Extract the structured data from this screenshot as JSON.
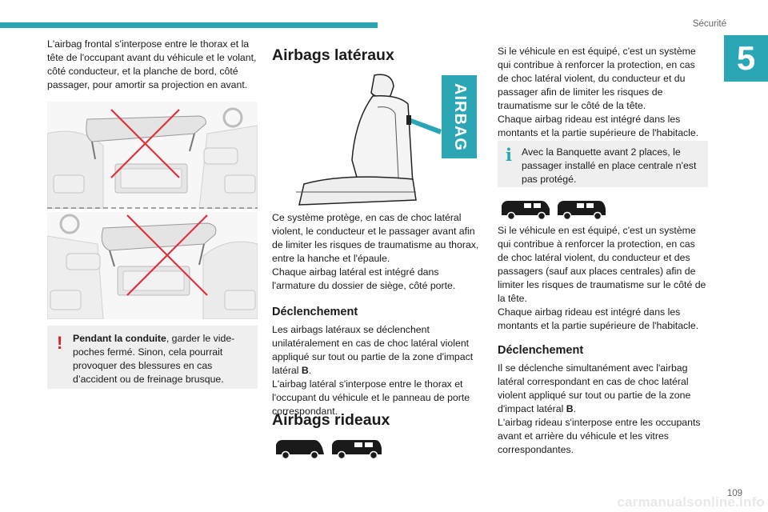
{
  "header": {
    "section": "Sécurité",
    "chapter": "5",
    "page": "109"
  },
  "watermark": "carmanualsonline.info",
  "col1": {
    "intro": "L'airbag frontal s'interpose entre le thorax et la tête de l'occupant avant du véhicule et le volant, côté conducteur, et la planche de bord, côté passager, pour amortir sa projection en avant.",
    "warning_bold": "Pendant la conduite",
    "warning_rest": ", garder le vide-poches fermé. Sinon, cela pourrait provoquer des blessures en cas d’accident ou de freinage brusque."
  },
  "col2": {
    "title_side": "Airbags latéraux",
    "airbag_label": "AIRBAG",
    "side_desc": "Ce système protège, en cas de choc latéral violent, le conducteur et le passager avant afin de limiter les risques de traumatisme au thorax, entre la hanche et l'épaule.",
    "side_desc2": "Chaque airbag latéral est intégré dans l'armature du dossier de siège, côté porte.",
    "h_trigger": "Déclenchement",
    "trigger1": "Les airbags latéraux se déclenchent unilatéralement en cas de choc latéral violent appliqué sur tout ou partie de la zone d'impact latéral ",
    "trigger1_b": "B",
    "trigger1_end": ".",
    "trigger2": "L'airbag latéral s'interpose entre le thorax et l'occupant du véhicule et le panneau de porte correspondant.",
    "title_curtain": "Airbags rideaux"
  },
  "col3": {
    "p1": "Si le véhicule en est équipé, c'est un système qui contribue à renforcer la protection, en cas de choc latéral violent, du conducteur et du passager afin de limiter les risques de traumatisme sur le côté de la tête.",
    "p1b": "Chaque airbag rideau est intégré dans les montants et la partie supérieure de l'habitacle.",
    "info": "Avec la Banquette avant 2 places, le passager installé en place centrale n'est pas protégé.",
    "p2": "Si le véhicule en est équipé, c'est un système qui contribue à renforcer la protection, en cas de choc latéral violent, du conducteur et des passagers (sauf aux places centrales) afin de limiter les risques de traumatisme sur le côté de la tête.",
    "p2b": "Chaque airbag rideau est intégré dans les montants et la partie supérieure de l'habitacle.",
    "h_trigger": "Déclenchement",
    "t1": "Il se déclenche simultanément avec l'airbag latéral correspondant en cas de choc latéral violent appliqué sur tout ou partie de la zone d'impact latéral ",
    "t1_b": "B",
    "t1_end": ".",
    "t2": "L'airbag rideau s'interpose entre les occupants avant et arrière du véhicule et les vitres correspondantes."
  },
  "colors": {
    "accent": "#2aa6b5",
    "warning": "#d8202a",
    "cross": "#e0303a"
  },
  "icons": [
    "dashboard-airbag-illustration",
    "seat-airbag-illustration",
    "van-silhouette-icon",
    "warning-exclamation-icon",
    "info-icon"
  ]
}
